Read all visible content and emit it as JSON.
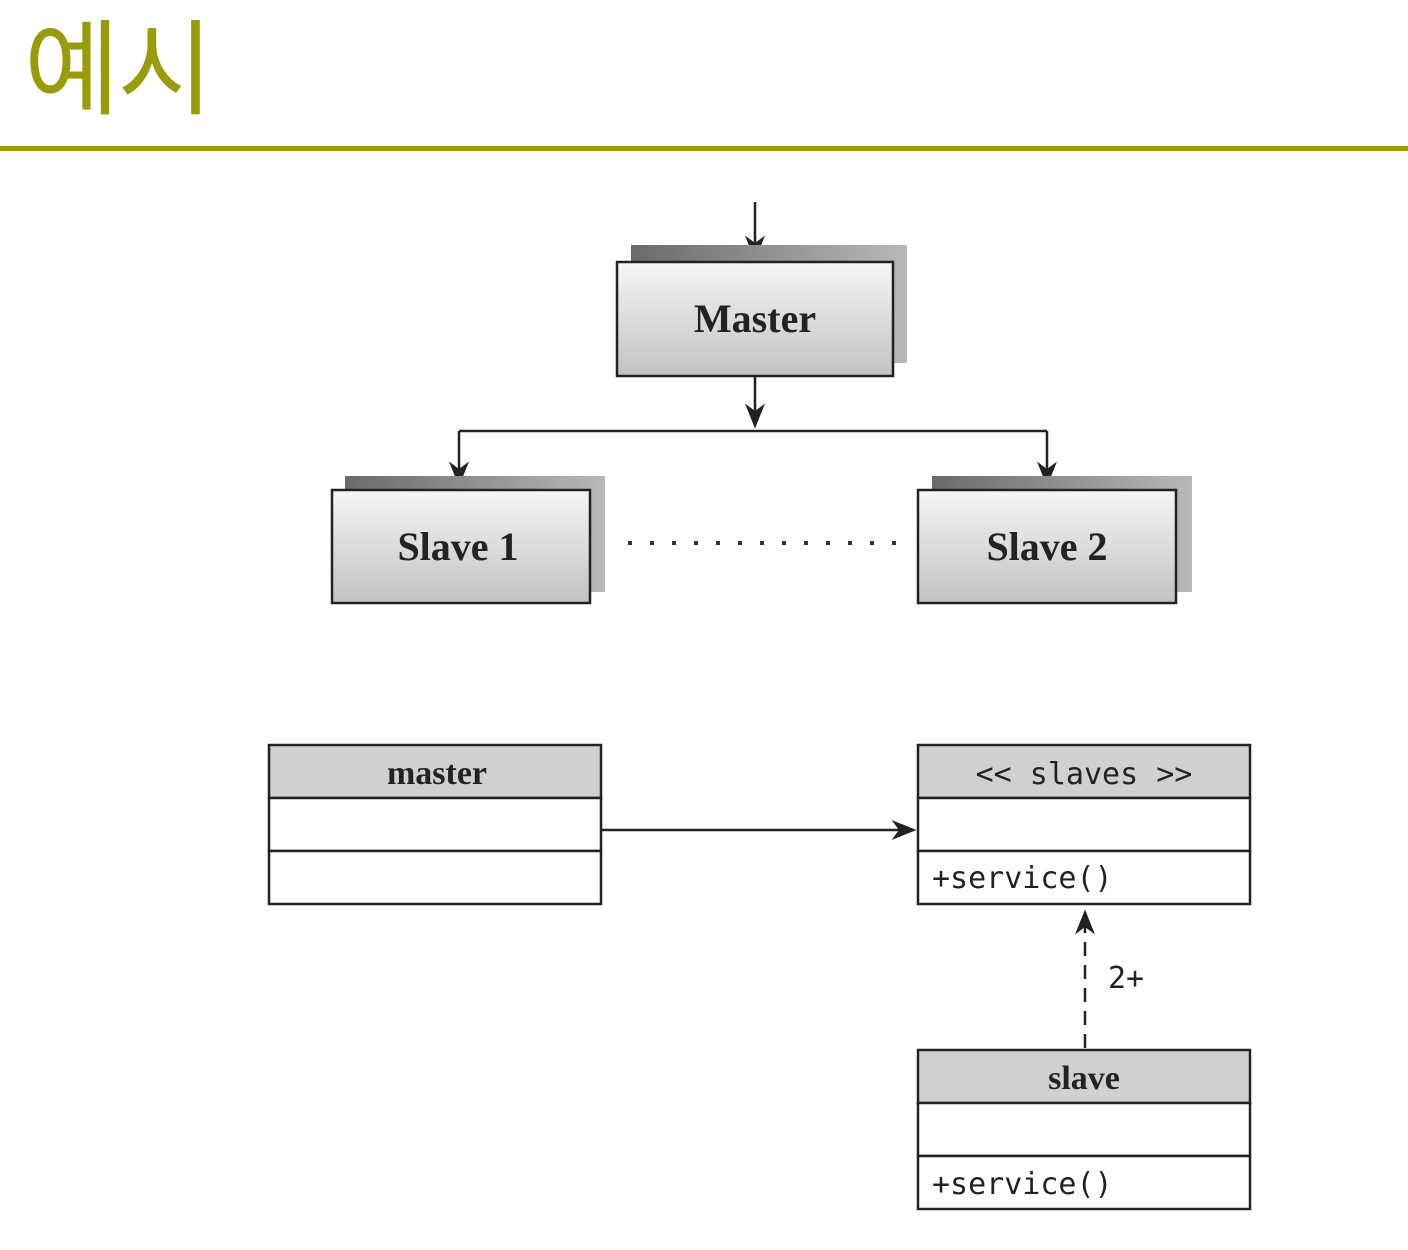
{
  "page": {
    "title": "예시"
  },
  "deployment": {
    "master_label": "Master",
    "slave1_label": "Slave 1",
    "slave2_label": "Slave 2"
  },
  "uml": {
    "master_class": {
      "name": "master"
    },
    "slaves_interface": {
      "name": "<< slaves >>",
      "operation": "+service()"
    },
    "slave_class": {
      "name": "slave",
      "operation": "+service()"
    },
    "multiplicity": "2+"
  },
  "colors": {
    "accent": "#999b0a",
    "box_fill_light": "#f4f4f4",
    "box_fill_dark": "#c4c4c4",
    "header_fill": "#d0d0d0",
    "line": "#222222"
  }
}
